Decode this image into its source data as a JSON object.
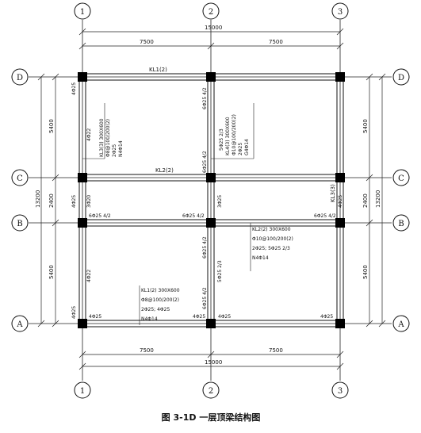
{
  "axes": {
    "vertical": [
      "1",
      "2",
      "3"
    ],
    "horizontal": [
      "D",
      "C",
      "B",
      "A"
    ]
  },
  "dimensions": {
    "top_total": "15000",
    "top_left": "7500",
    "top_right": "7500",
    "bottom_total": "15000",
    "bottom_left": "7500",
    "bottom_right": "7500",
    "left_total": "13200",
    "left_dc": "5400",
    "left_cb": "2400",
    "left_ba": "5400",
    "right_total": "13200",
    "right_dc": "5400",
    "right_cb": "2400",
    "right_ba": "5400"
  },
  "beams": {
    "kl1_top": "KL1(2)",
    "kl2_mid": "KL2(2)",
    "kl3_right": "KL3(3)"
  },
  "annotations": {
    "d_left_top": "4Φ25",
    "d_mid_top": "6Φ25 4/2",
    "kl3_left_lines": [
      "KL3(3) 300X600",
      "Φ8@100/200(2)",
      "2Φ25",
      "N4Φ14"
    ],
    "kl3_left_side": "4Φ22",
    "kl4_lines": [
      "5Φ25 2/3",
      "KL4(3) 300X600",
      "Φ10@100/200(2)",
      "2Φ25",
      "G4Φ14"
    ],
    "c_mid_vert": "6Φ25 4/2",
    "c_left": "4Φ25",
    "c_mid_right": "3Φ25",
    "c_left_3": "3Φ20",
    "right_cb": "4Φ25",
    "b_left": "6Φ25 4/2",
    "b_mid": "6Φ25 4/2",
    "b_right": "6Φ25 4/2",
    "kl2_lines": [
      "KL2(2) 300X600",
      "Φ10@100/200(2)",
      "2Φ25; 5Φ25 2/3",
      "N4Φ14"
    ],
    "ba_mid_vert1": "6Φ25 4/2",
    "ba_mid_vert2": "5Φ25 2/3",
    "ba_left_side": "4Φ22",
    "kl1_lines": [
      "KL1(2) 300X600",
      "Φ8@100/200(2)",
      "2Φ25; 4Φ25",
      "N4Φ14"
    ],
    "ba_mid_low": "6Φ25 4/2",
    "a_left": "4Φ25",
    "a_left2": "4Φ25",
    "a_mid": "4Φ25",
    "a_right": "4Φ25",
    "a_left_vert": "4Φ25"
  },
  "caption": "图 3-1D   一层顶梁结构图"
}
